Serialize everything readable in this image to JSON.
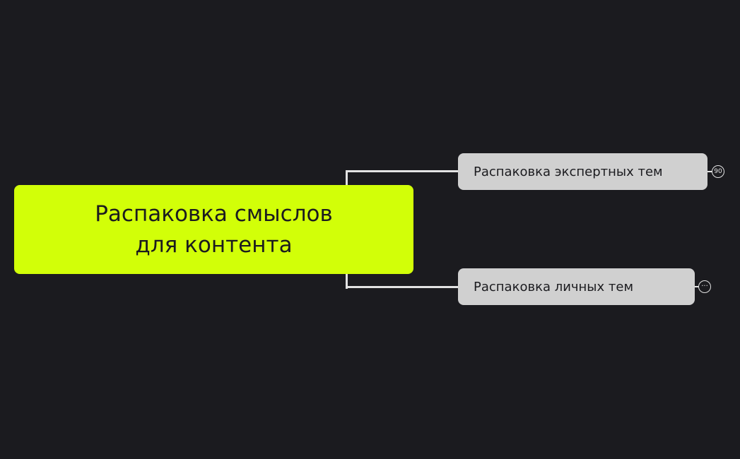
{
  "mindmap": {
    "root": {
      "label_line1": "Распаковка смыслов",
      "label_line2": "для контента",
      "color": "#d2ff08"
    },
    "children": [
      {
        "label": "Распаковка экспертных тем",
        "badge": "90",
        "badge_type": "count"
      },
      {
        "label": "Распаковка личных тем",
        "badge": "···",
        "badge_type": "collapsed-more"
      }
    ],
    "colors": {
      "background": "#1b1b1f",
      "child_node": "#d0d0d0",
      "connector": "#e3e3e3"
    }
  }
}
